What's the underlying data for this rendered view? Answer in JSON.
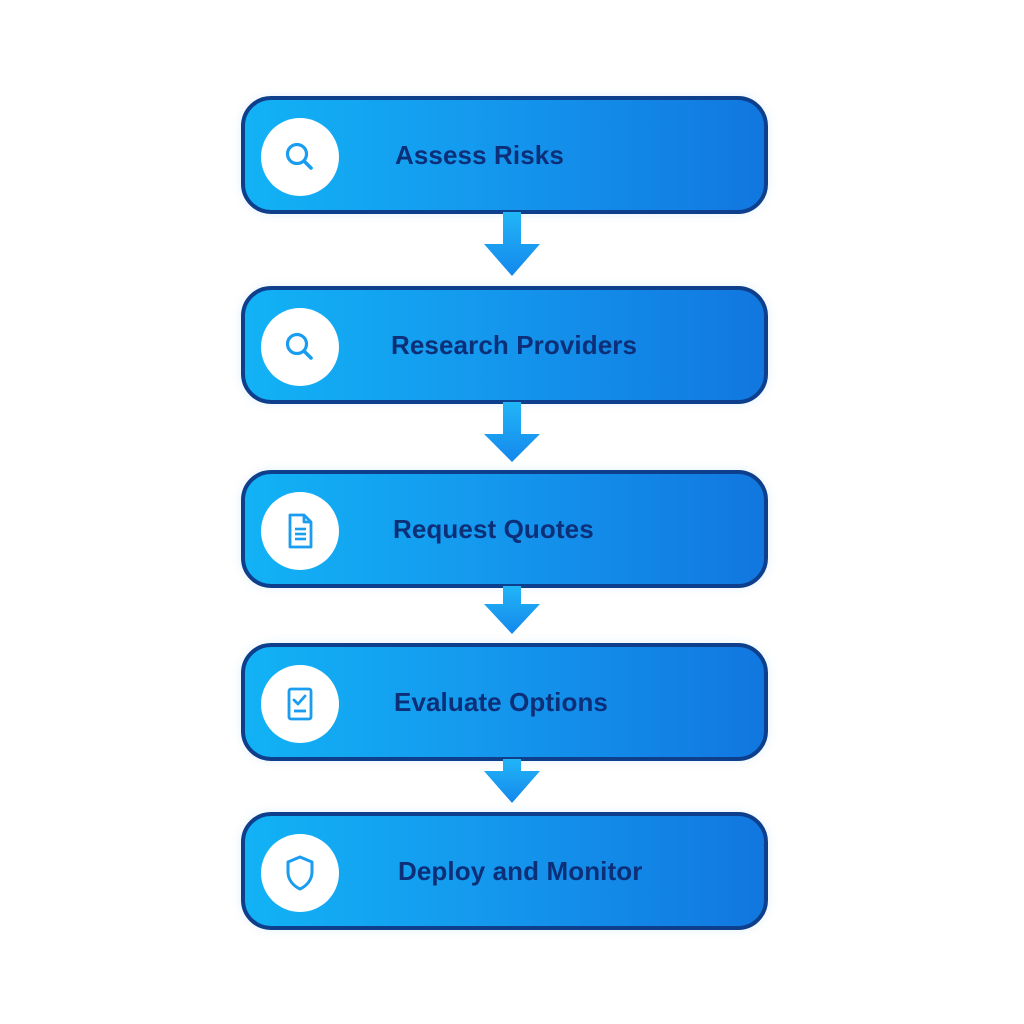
{
  "colors": {
    "box_gradient_start": "#12b2f5",
    "box_gradient_end": "#1177e0",
    "box_border": "#0d3f8c",
    "label_text": "#0c2f78",
    "icon_stroke": "#1a9cf0",
    "arrow": "#1aa3f2"
  },
  "steps": [
    {
      "label": "Assess Risks",
      "icon": "search-icon"
    },
    {
      "label": "Research Providers",
      "icon": "search-icon"
    },
    {
      "label": "Request Quotes",
      "icon": "document-icon"
    },
    {
      "label": "Evaluate Options",
      "icon": "checklist-icon"
    },
    {
      "label": "Deploy and Monitor",
      "icon": "shield-icon"
    }
  ]
}
